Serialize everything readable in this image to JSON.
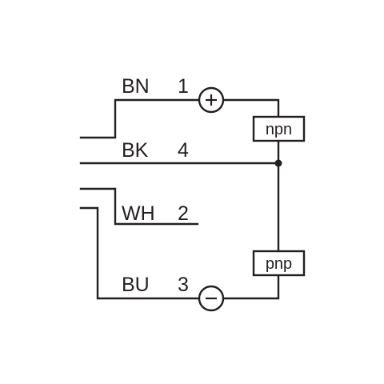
{
  "wires": [
    {
      "code": "BN",
      "pin": "1"
    },
    {
      "code": "BK",
      "pin": "4"
    },
    {
      "code": "WH",
      "pin": "2"
    },
    {
      "code": "BU",
      "pin": "3"
    }
  ],
  "terminals": {
    "positive": "plus-icon",
    "negative": "minus-icon"
  },
  "outputs": {
    "npn": "npn",
    "pnp": "pnp"
  },
  "colors": {
    "line": "#231f20",
    "background": "#ffffff"
  }
}
